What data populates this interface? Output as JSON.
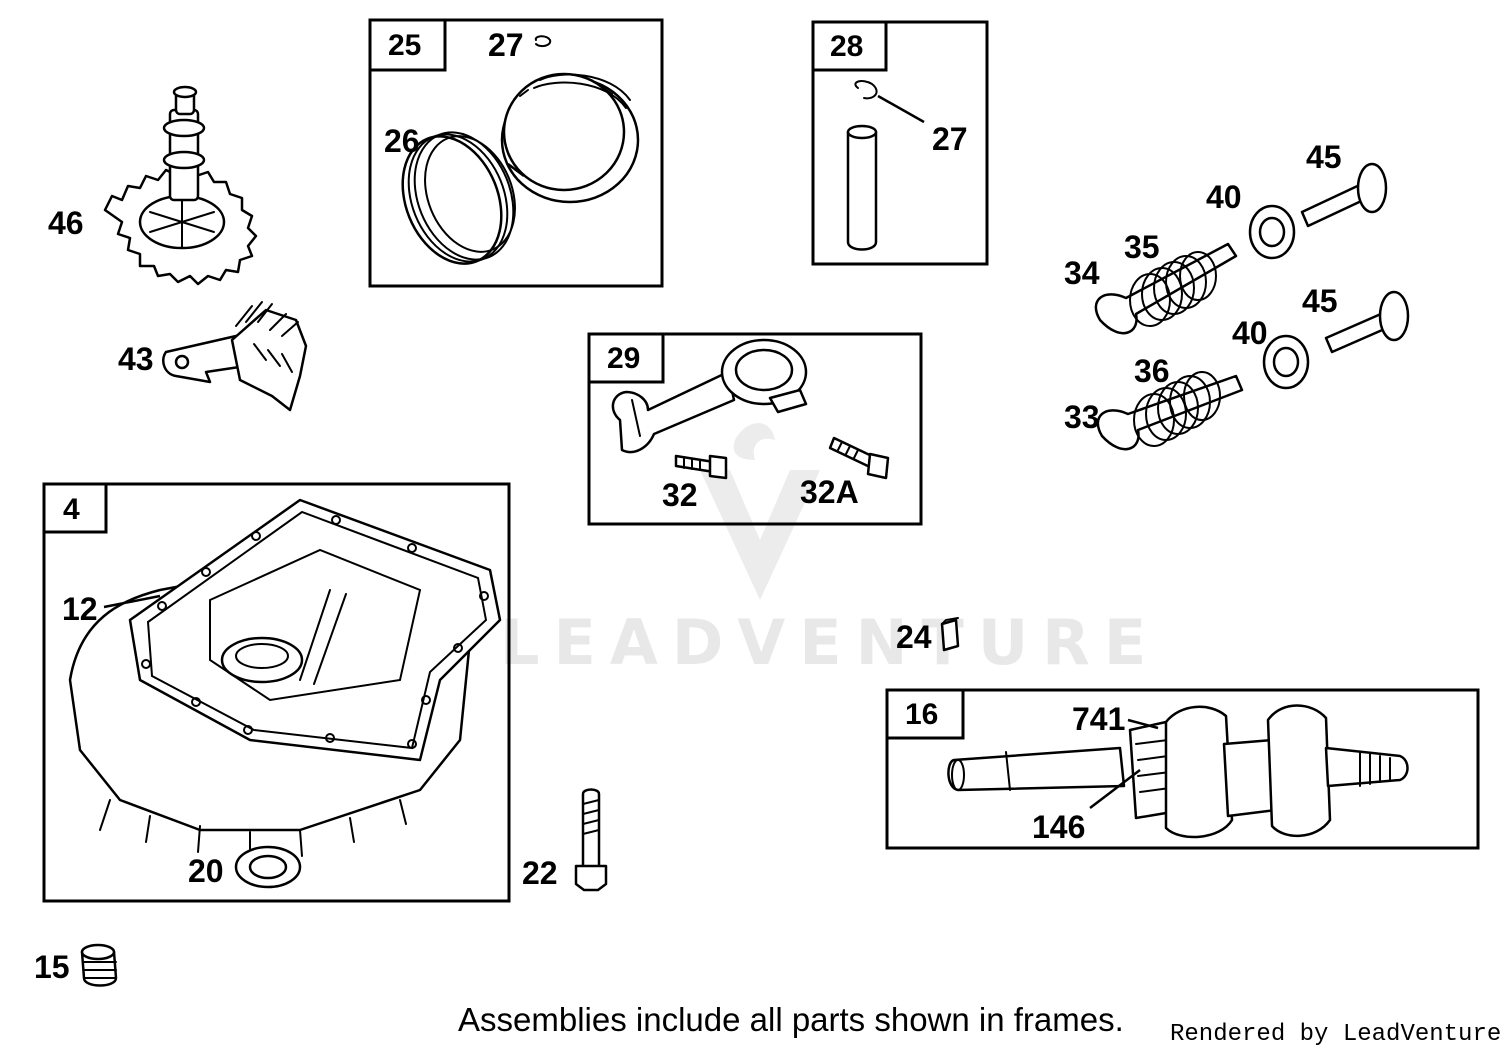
{
  "diagram": {
    "watermark": "LEADVENTURE",
    "footer_note": "Assemblies include all parts shown in frames.",
    "credit": "Rendered by LeadVenture, Inc.",
    "frames": [
      {
        "id": "4"
      },
      {
        "id": "16"
      },
      {
        "id": "25"
      },
      {
        "id": "28"
      },
      {
        "id": "29"
      }
    ],
    "callouts": [
      {
        "id": "46"
      },
      {
        "id": "43"
      },
      {
        "id": "27"
      },
      {
        "id": "26"
      },
      {
        "id": "27b",
        "label": "27"
      },
      {
        "id": "45"
      },
      {
        "id": "40"
      },
      {
        "id": "35"
      },
      {
        "id": "34"
      },
      {
        "id": "45b",
        "label": "45"
      },
      {
        "id": "40b",
        "label": "40"
      },
      {
        "id": "36"
      },
      {
        "id": "33"
      },
      {
        "id": "32"
      },
      {
        "id": "32A"
      },
      {
        "id": "12"
      },
      {
        "id": "24"
      },
      {
        "id": "741"
      },
      {
        "id": "146"
      },
      {
        "id": "20"
      },
      {
        "id": "22"
      },
      {
        "id": "15"
      }
    ]
  },
  "labels": {
    "f4": "4",
    "f16": "16",
    "f25": "25",
    "f28": "28",
    "f29": "29",
    "c46": "46",
    "c43": "43",
    "c27a": "27",
    "c26": "26",
    "c27b": "27",
    "c45a": "45",
    "c40a": "40",
    "c35": "35",
    "c34": "34",
    "c45b": "45",
    "c40b": "40",
    "c36": "36",
    "c33": "33",
    "c32": "32",
    "c32A": "32A",
    "c12": "12",
    "c24": "24",
    "c741": "741",
    "c146": "146",
    "c20": "20",
    "c22": "22",
    "c15": "15"
  }
}
